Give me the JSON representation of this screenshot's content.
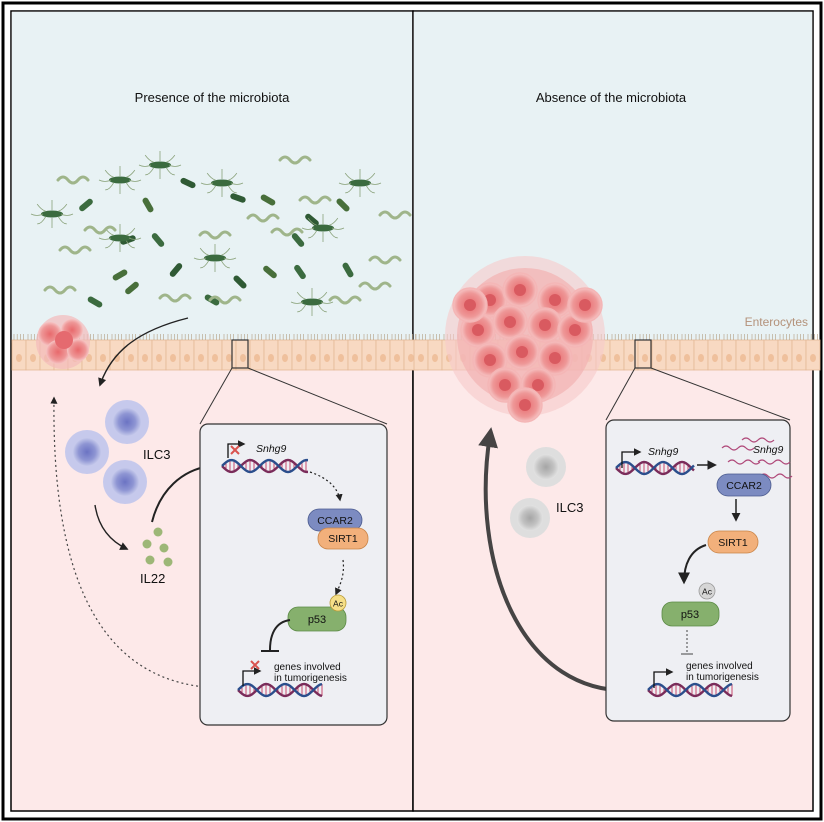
{
  "panels": {
    "left": {
      "title": "Presence of the microbiota"
    },
    "right": {
      "title": "Absence of the microbiota"
    }
  },
  "labels": {
    "enterocytes": "Enterocytes",
    "ilc3_left": "ILC3",
    "il22": "IL22",
    "ilc3_right": "ILC3"
  },
  "left_inset": {
    "gene": "Snhg9",
    "ccar2": "CCAR2",
    "sirt1": "SIRT1",
    "ac": "Ac",
    "p53": "p53",
    "genes_line1": "genes involved",
    "genes_line2": "in tumorigenesis"
  },
  "right_inset": {
    "gene": "Snhg9",
    "rna_label": "Snhg9",
    "ccar2": "CCAR2",
    "sirt1": "SIRT1",
    "ac": "Ac",
    "p53": "p53",
    "genes_line1": "genes involved",
    "genes_line2": "in tumorigenesis"
  },
  "colors": {
    "lumen": "#e8f2f4",
    "tissue": "#fde9e9",
    "enterocyte": "#f6d1b7",
    "brush_border": "#b9a990",
    "inset_bg": "#eeeff3",
    "ilc3": "#7d83c9",
    "il22": "#9db777",
    "ccar2": "#7c8bc1",
    "sirt1": "#f2b07b",
    "p53": "#86b06d",
    "tumor": "#e97b7b",
    "bacteria_dark": "#3a6b3f",
    "bacteria_light": "#9fb58a",
    "enterocytes_text": "#b4927a"
  }
}
